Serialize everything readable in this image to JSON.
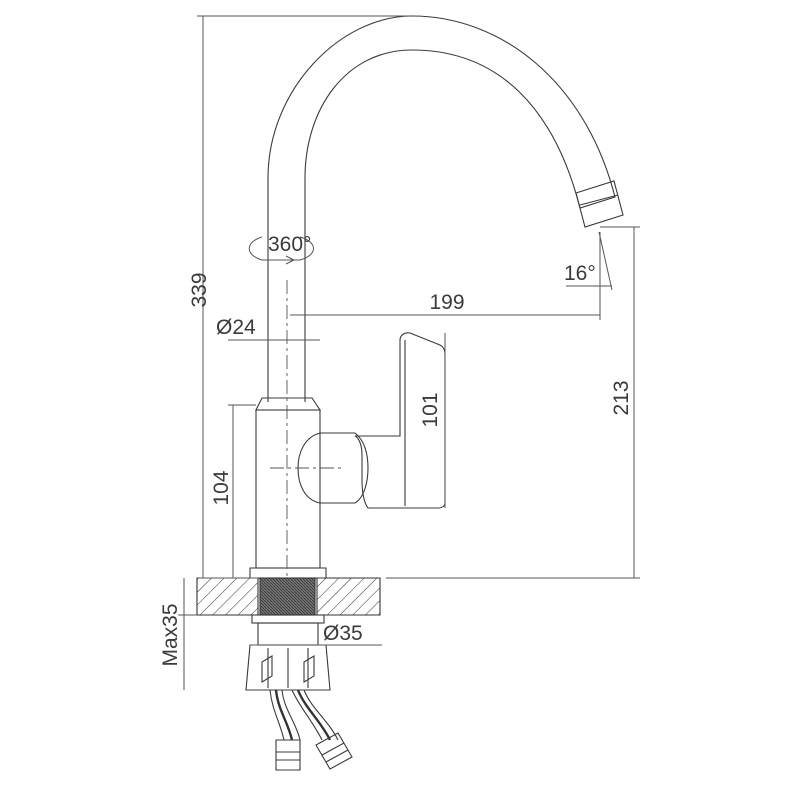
{
  "dimensions": {
    "total_height": "339",
    "rotation": "360°",
    "spout_diameter": "Ø24",
    "reach": "199",
    "spout_angle": "16°",
    "spout_height": "213",
    "handle_height": "101",
    "body_height": "104",
    "max_deck_thickness": "Max35",
    "mount_diameter": "Ø35"
  }
}
